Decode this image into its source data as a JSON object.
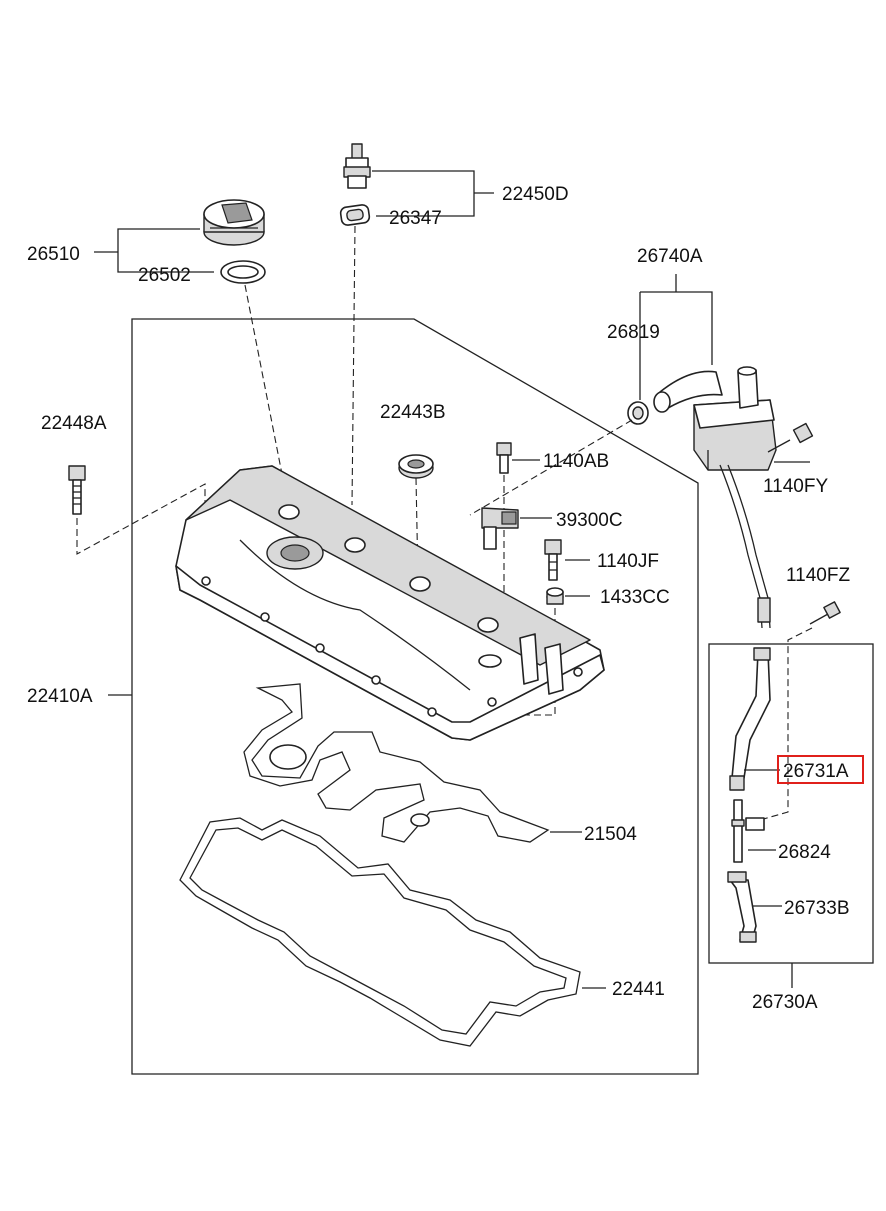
{
  "diagram": {
    "highlight_color": "#e0201b",
    "callouts": [
      {
        "id": "22450D",
        "text": "22450D"
      },
      {
        "id": "26347",
        "text": "26347"
      },
      {
        "id": "26510",
        "text": "26510"
      },
      {
        "id": "26502",
        "text": "26502"
      },
      {
        "id": "26740A",
        "text": "26740A"
      },
      {
        "id": "26819",
        "text": "26819"
      },
      {
        "id": "22448A",
        "text": "22448A"
      },
      {
        "id": "22443B",
        "text": "22443B"
      },
      {
        "id": "1140AB",
        "text": "1140AB"
      },
      {
        "id": "1140FY",
        "text": "1140FY"
      },
      {
        "id": "39300C",
        "text": "39300C"
      },
      {
        "id": "1140JF",
        "text": "1140JF"
      },
      {
        "id": "1140FZ",
        "text": "1140FZ"
      },
      {
        "id": "1433CC",
        "text": "1433CC"
      },
      {
        "id": "22410A",
        "text": "22410A"
      },
      {
        "id": "26731A",
        "text": "26731A",
        "highlighted": true
      },
      {
        "id": "21504",
        "text": "21504"
      },
      {
        "id": "26824",
        "text": "26824"
      },
      {
        "id": "26733B",
        "text": "26733B"
      },
      {
        "id": "22441",
        "text": "22441"
      },
      {
        "id": "26730A",
        "text": "26730A"
      }
    ]
  }
}
